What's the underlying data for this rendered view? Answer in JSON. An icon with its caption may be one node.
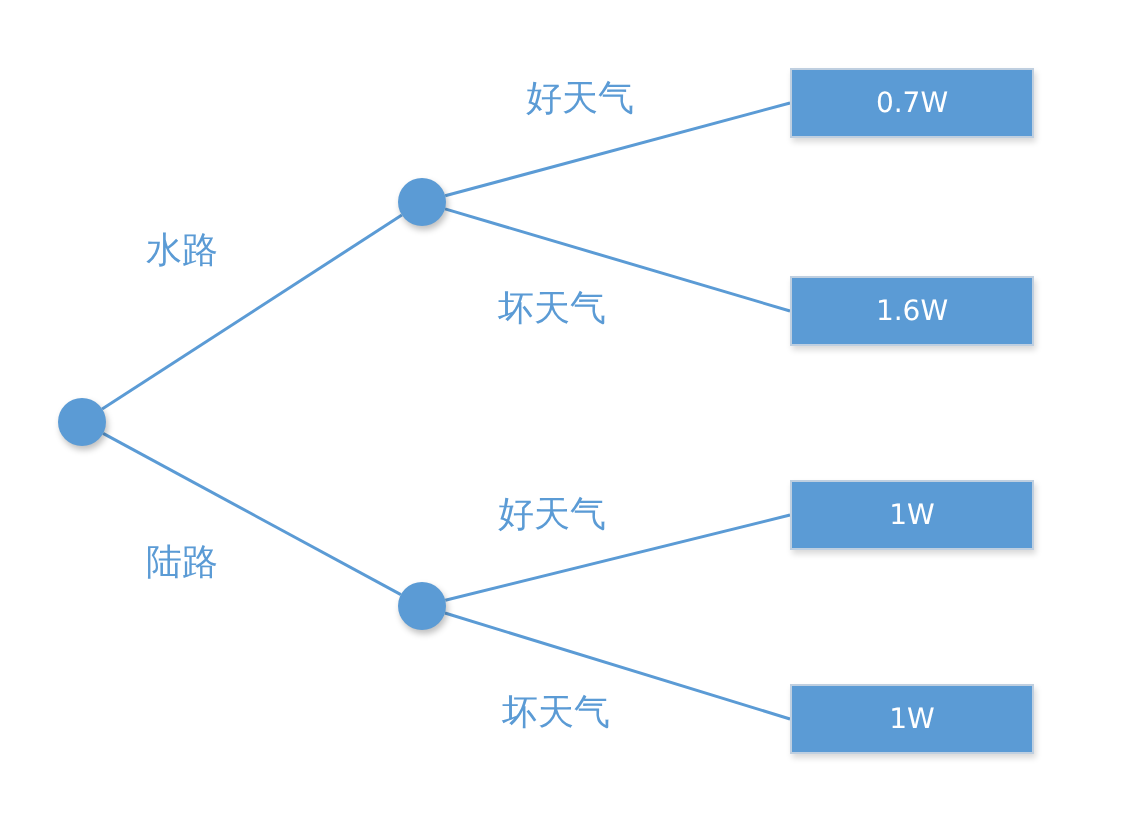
{
  "diagram": {
    "nodes": [
      {
        "text": [],
        "shape": "circle"
      },
      {
        "text": [],
        "shape": "circle"
      },
      {
        "text": [],
        "shape": "circle"
      },
      {
        "text": [
          "0.7W"
        ]
      },
      {
        "text": [
          "1.6W"
        ]
      },
      {
        "text": [
          "1W"
        ]
      },
      {
        "text": [
          "1W"
        ]
      }
    ],
    "edges": [
      {
        "from": 0,
        "to": 1,
        "arrow": "none",
        "label": "水路"
      },
      {
        "from": 0,
        "to": 2,
        "arrow": "none",
        "label": "陆路"
      },
      {
        "from": 1,
        "to": 3,
        "arrow": "none",
        "label": "好天气"
      },
      {
        "from": 1,
        "to": 4,
        "arrow": "none",
        "label": "坏天气"
      },
      {
        "from": 2,
        "to": 5,
        "arrow": "none",
        "label": "好天气"
      },
      {
        "from": 2,
        "to": 6,
        "arrow": "none",
        "label": "坏天气"
      }
    ]
  }
}
